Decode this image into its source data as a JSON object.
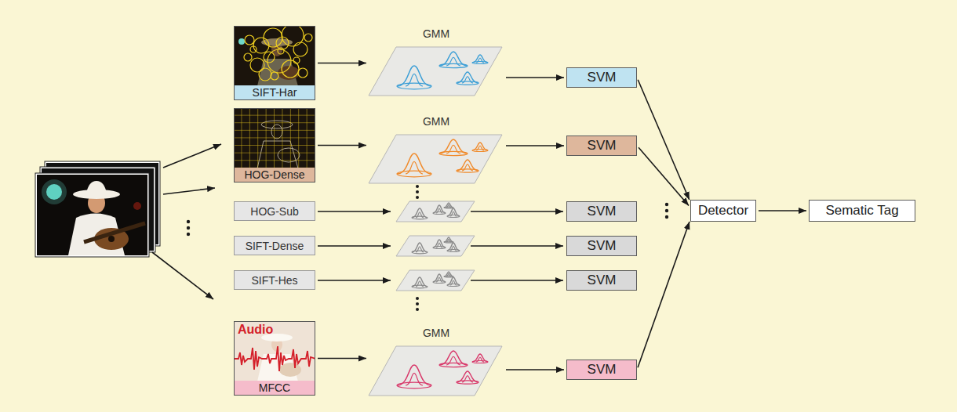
{
  "diagram": {
    "nodes": [
      {
        "text": [
          "SIFT-Har"
        ]
      },
      {
        "text": [
          "GMM"
        ]
      },
      {
        "text": [
          "SVM"
        ]
      },
      {
        "text": [
          "HOG-Dense"
        ]
      },
      {
        "text": [
          "GMM"
        ]
      },
      {
        "text": [
          "SVM"
        ]
      },
      {
        "text": [
          "HOG-Sub"
        ]
      },
      {
        "text": [
          "SVM"
        ]
      },
      {
        "text": [
          "SIFT-Dense"
        ]
      },
      {
        "text": [
          "SVM"
        ]
      },
      {
        "text": [
          "SIFT-Hes"
        ]
      },
      {
        "text": [
          "SVM"
        ]
      },
      {
        "text": [
          "Audio",
          "MFCC"
        ]
      },
      {
        "text": [
          "GMM"
        ]
      },
      {
        "text": [
          "SVM"
        ]
      },
      {
        "text": [
          "Detector"
        ]
      },
      {
        "text": [
          "Sematic Tag"
        ]
      }
    ],
    "edges": [
      {
        "from": 0,
        "to": 1,
        "arrow": "to"
      },
      {
        "from": 1,
        "to": 2,
        "arrow": "to"
      },
      {
        "from": 3,
        "to": 4,
        "arrow": "to"
      },
      {
        "from": 4,
        "to": 5,
        "arrow": "to"
      },
      {
        "from": 12,
        "to": 13,
        "arrow": "to"
      },
      {
        "from": 13,
        "to": 14,
        "arrow": "to"
      },
      {
        "from": 2,
        "to": 15,
        "arrow": "to"
      },
      {
        "from": 5,
        "to": 15,
        "arrow": "to"
      },
      {
        "from": 14,
        "to": 15,
        "arrow": "to"
      },
      {
        "from": 15,
        "to": 16,
        "arrow": "to"
      }
    ]
  }
}
